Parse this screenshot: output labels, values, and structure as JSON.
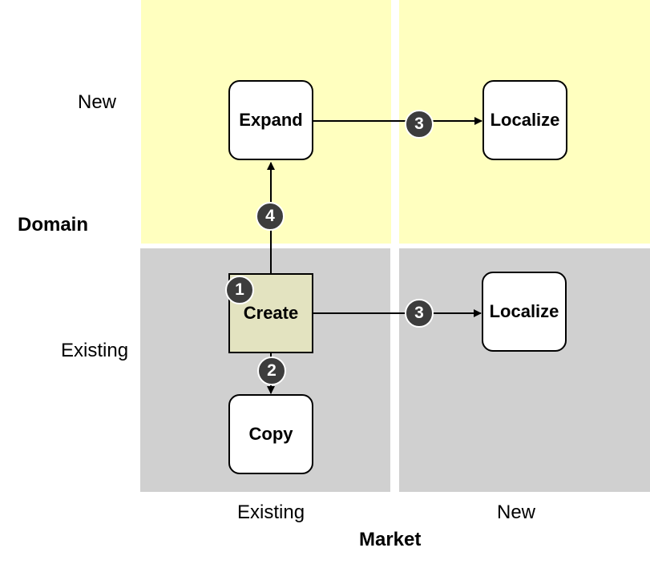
{
  "axes": {
    "y_title": "Domain",
    "x_title": "Market",
    "y_ticks": [
      "New",
      "Existing"
    ],
    "x_ticks": [
      "Existing",
      "New"
    ]
  },
  "quadrant_colors": {
    "domain_new": "#ffffbf",
    "domain_existing": "#d0d0d0",
    "create_box": "#e3e3c0",
    "badge": "#3d3d3d"
  },
  "nodes": {
    "expand": "Expand",
    "localize_top": "Localize",
    "create": "Create",
    "localize_bottom": "Localize",
    "copy": "Copy"
  },
  "badges": {
    "create_start": "1",
    "copy_step": "2",
    "localize_top_step": "3",
    "localize_bottom_step": "3",
    "expand_step": "4"
  }
}
